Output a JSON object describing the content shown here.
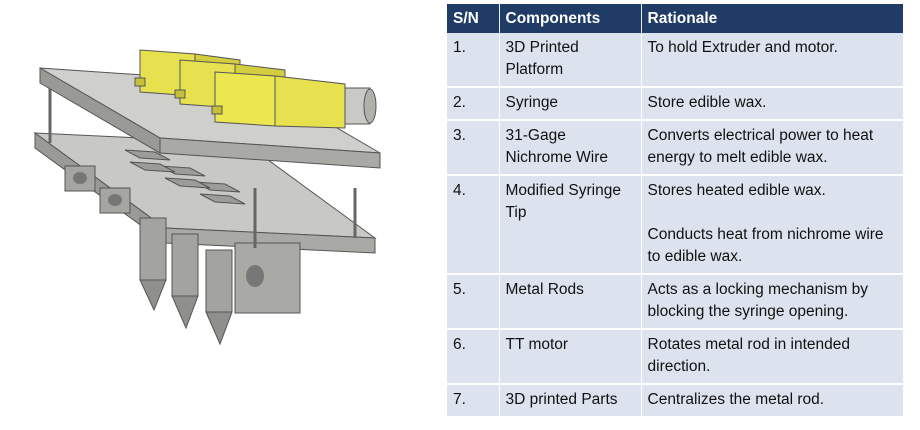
{
  "table": {
    "headers": [
      "S/N",
      "Components",
      "Rationale"
    ],
    "rows": [
      {
        "sn": "1.",
        "component": "3D Printed Platform",
        "rationale": [
          "To hold Extruder and motor."
        ]
      },
      {
        "sn": "2.",
        "component": "Syringe",
        "rationale": [
          "Store edible wax."
        ]
      },
      {
        "sn": "3.",
        "component": "31-Gage Nichrome Wire",
        "rationale": [
          "Converts electrical power to heat energy to melt edible wax."
        ]
      },
      {
        "sn": "4.",
        "component": "Modified Syringe Tip",
        "rationale": [
          "Stores heated edible wax.",
          "Conducts heat from nichrome wire to edible wax."
        ]
      },
      {
        "sn": "5.",
        "component": "Metal Rods",
        "rationale": [
          "Acts as a locking mechanism by blocking the syringe opening."
        ]
      },
      {
        "sn": "6.",
        "component": "TT motor",
        "rationale": [
          "Rotates metal rod in intended direction."
        ]
      },
      {
        "sn": "7.",
        "component": "3D printed Parts",
        "rationale": [
          "Centralizes the metal rod."
        ]
      }
    ]
  },
  "colors": {
    "header_bg": "#1f3b66",
    "row_bg": "#dde3ee",
    "motor_yellow": "#e8e14f",
    "platform_gray": "#b9b9b6"
  },
  "figure": {
    "icon": "extruder-assembly-render"
  }
}
